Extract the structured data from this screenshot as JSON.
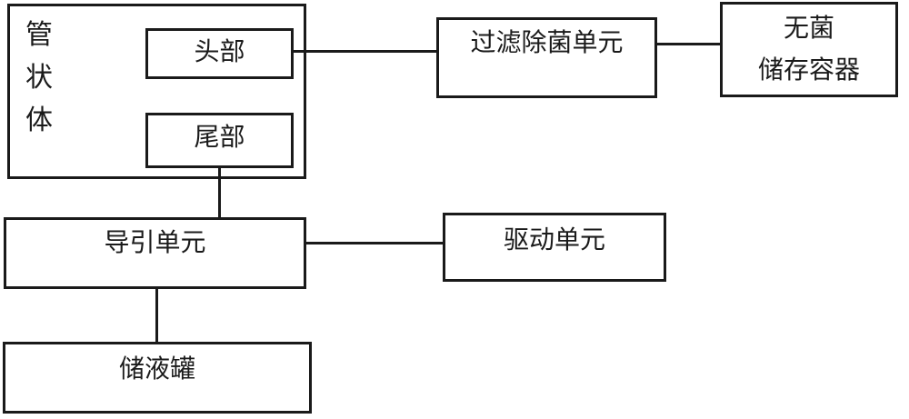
{
  "colors": {
    "line": "#1a1a1a",
    "background": "#ffffff"
  },
  "nodes": {
    "tubular_body": {
      "label": "管\n状\n体"
    },
    "head": {
      "label": "头部"
    },
    "tail": {
      "label": "尾部"
    },
    "filter_sterilization_unit": {
      "label": "过滤除菌单元"
    },
    "sterile_storage_container": {
      "label": "无菌\n储存容器"
    },
    "guide_unit": {
      "label": "导引单元"
    },
    "drive_unit": {
      "label": "驱动单元"
    },
    "liquid_storage_tank": {
      "label": "储液罐"
    }
  },
  "edges": [
    {
      "from": "head",
      "to": "filter_sterilization_unit"
    },
    {
      "from": "filter_sterilization_unit",
      "to": "sterile_storage_container"
    },
    {
      "from": "tail",
      "to": "guide_unit"
    },
    {
      "from": "guide_unit",
      "to": "drive_unit"
    },
    {
      "from": "guide_unit",
      "to": "liquid_storage_tank"
    }
  ]
}
